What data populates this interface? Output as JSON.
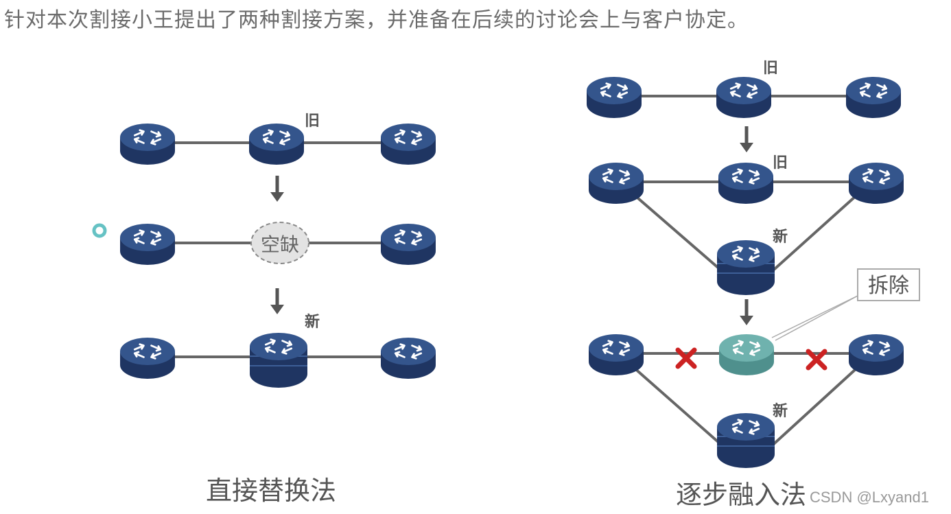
{
  "header": {
    "title": "针对本次割接小王提出了两种割接方案，并准备在后续的讨论会上与客户协定。"
  },
  "diagram": {
    "left": {
      "caption": "直接替换法",
      "old_label": "旧",
      "placeholder_label": "空缺",
      "new_label": "新"
    },
    "right": {
      "caption": "逐步融入法",
      "old_label_1": "旧",
      "old_label_2": "旧",
      "new_label_1": "新",
      "remove_callout": "拆除",
      "new_label_2": "新"
    }
  },
  "colors": {
    "router": "#2e4a7a",
    "router_dark": "#1f3562",
    "router_removed": "#5fa3a0",
    "link": "#666666",
    "cut_mark": "#cc2222",
    "arrow": "#555555"
  },
  "watermark": "CSDN @Lxyand1"
}
